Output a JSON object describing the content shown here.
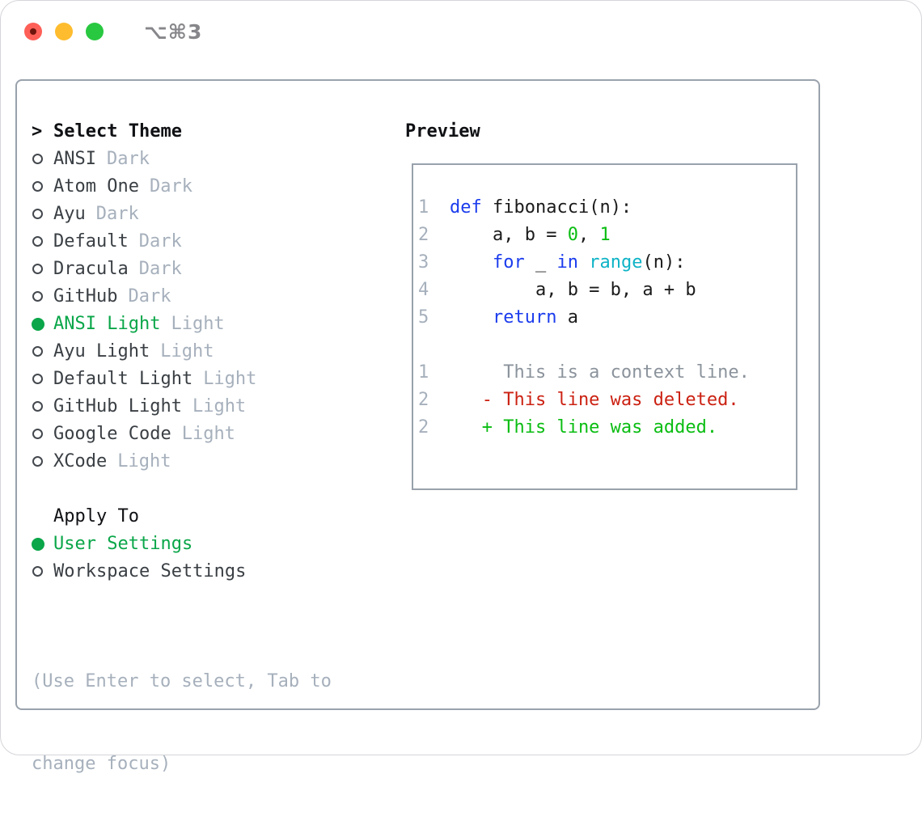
{
  "colors": {
    "accent_green": "#0aa649",
    "bright_green": "#0abd12",
    "keyword_blue": "#1b3ced",
    "function_cyan": "#0db3c6",
    "deleted_red": "#cb2112",
    "text_dark": "#3a3f44",
    "header_black": "#101114",
    "muted_gray": "#a6b0bc",
    "context_gray": "#8b939c",
    "panel_border": "#99a2ac",
    "title_gray": "#87878b",
    "traffic_red": "#fe5f57",
    "traffic_yellow": "#febc2e",
    "traffic_green": "#28c840"
  },
  "window": {
    "shortcut": "⌥⌘3"
  },
  "theme_picker": {
    "prompt": ">",
    "title": "Select Theme",
    "items": [
      {
        "name": "ANSI",
        "tag": "Dark",
        "selected": false
      },
      {
        "name": "Atom One",
        "tag": "Dark",
        "selected": false
      },
      {
        "name": "Ayu",
        "tag": "Dark",
        "selected": false
      },
      {
        "name": "Default",
        "tag": "Dark",
        "selected": false
      },
      {
        "name": "Dracula",
        "tag": "Dark",
        "selected": false
      },
      {
        "name": "GitHub",
        "tag": "Dark",
        "selected": false
      },
      {
        "name": "ANSI Light",
        "tag": "Light",
        "selected": true
      },
      {
        "name": "Ayu Light",
        "tag": "Light",
        "selected": false
      },
      {
        "name": "Default Light",
        "tag": "Light",
        "selected": false
      },
      {
        "name": "GitHub Light",
        "tag": "Light",
        "selected": false
      },
      {
        "name": "Google Code",
        "tag": "Light",
        "selected": false
      },
      {
        "name": "XCode",
        "tag": "Light",
        "selected": false
      }
    ]
  },
  "apply_to": {
    "title": "Apply To",
    "options": [
      {
        "label": "User Settings",
        "selected": true
      },
      {
        "label": "Workspace Settings",
        "selected": false
      }
    ]
  },
  "hint": {
    "line1": "(Use Enter to select, Tab to",
    "line2": "change focus)"
  },
  "preview": {
    "title": "Preview",
    "lines": [
      {
        "n": "1",
        "tokens": [
          [
            "keyword",
            "def"
          ],
          [
            "plain",
            " fibonacci(n):"
          ]
        ]
      },
      {
        "n": "2",
        "tokens": [
          [
            "plain",
            "    a, b = "
          ],
          [
            "number",
            "0"
          ],
          [
            "plain",
            ", "
          ],
          [
            "number",
            "1"
          ]
        ]
      },
      {
        "n": "3",
        "tokens": [
          [
            "plain",
            "    "
          ],
          [
            "keyword",
            "for"
          ],
          [
            "plain",
            " _ "
          ],
          [
            "keyword",
            "in"
          ],
          [
            "plain",
            " "
          ],
          [
            "function",
            "range"
          ],
          [
            "plain",
            "(n):"
          ]
        ]
      },
      {
        "n": "4",
        "tokens": [
          [
            "plain",
            "        a, b = b, a + b"
          ]
        ]
      },
      {
        "n": "5",
        "tokens": [
          [
            "plain",
            "    "
          ],
          [
            "keyword",
            "return"
          ],
          [
            "plain",
            " a"
          ]
        ]
      },
      {
        "n": "",
        "tokens": []
      },
      {
        "n": "1",
        "tokens": [
          [
            "context",
            "     This is a context line."
          ]
        ]
      },
      {
        "n": "2",
        "tokens": [
          [
            "deleted",
            "   - This line was deleted."
          ]
        ]
      },
      {
        "n": "2",
        "tokens": [
          [
            "added",
            "   + This line was added."
          ]
        ]
      }
    ]
  }
}
